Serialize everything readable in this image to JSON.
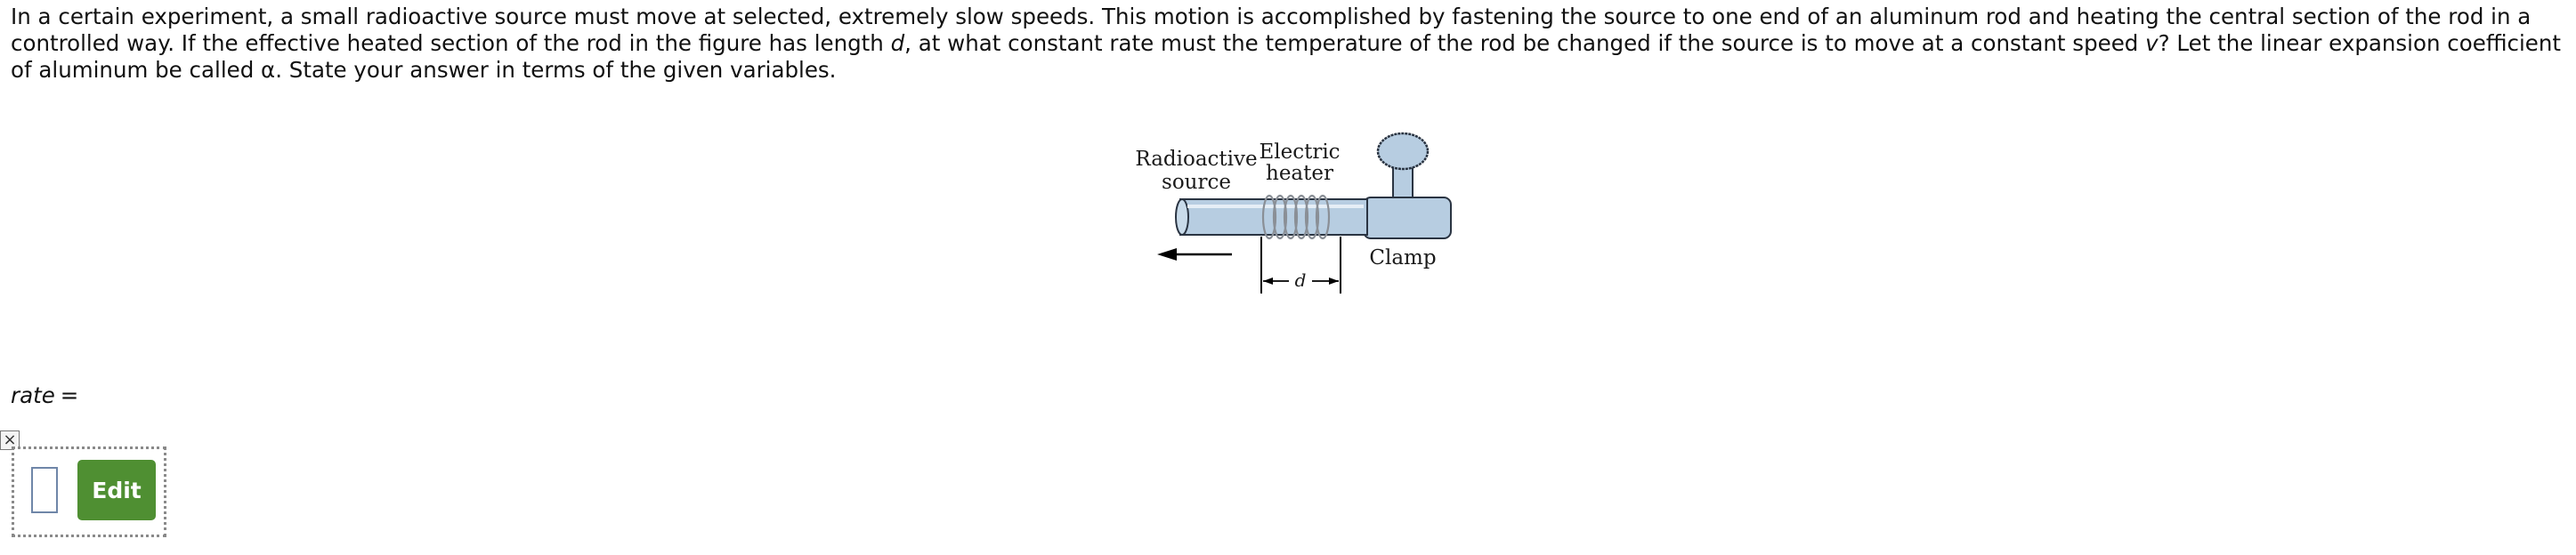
{
  "problem": {
    "text_1": "In a certain experiment, a small radioactive source must move at selected, extremely slow speeds. This motion is accomplished by fastening the source to one end of an aluminum rod and heating the central section of the rod in a controlled way. If the effective heated section of the rod in the figure has length ",
    "var_d": "d",
    "text_2": ", at what constant rate must the temperature of the rod be changed if the source is to move at a constant speed ",
    "var_v": "v",
    "text_3": "? Let the linear expansion coefficient of aluminum be called α. State your answer in terms of the given variables."
  },
  "figure": {
    "label_source_line1": "Radioactive",
    "label_source_line2": "source",
    "label_heater_line1": "Electric",
    "label_heater_line2": "heater",
    "label_clamp": "Clamp",
    "label_d": "d",
    "colors": {
      "rod": "#b7cde1",
      "rod_stroke": "#2a3442",
      "arrow": "#000000"
    }
  },
  "answer": {
    "label": "rate",
    "equals": "=",
    "input_value": "",
    "close_symbol": "×",
    "edit_label": "Edit",
    "colors": {
      "edit_button": "#4f8f32"
    }
  }
}
